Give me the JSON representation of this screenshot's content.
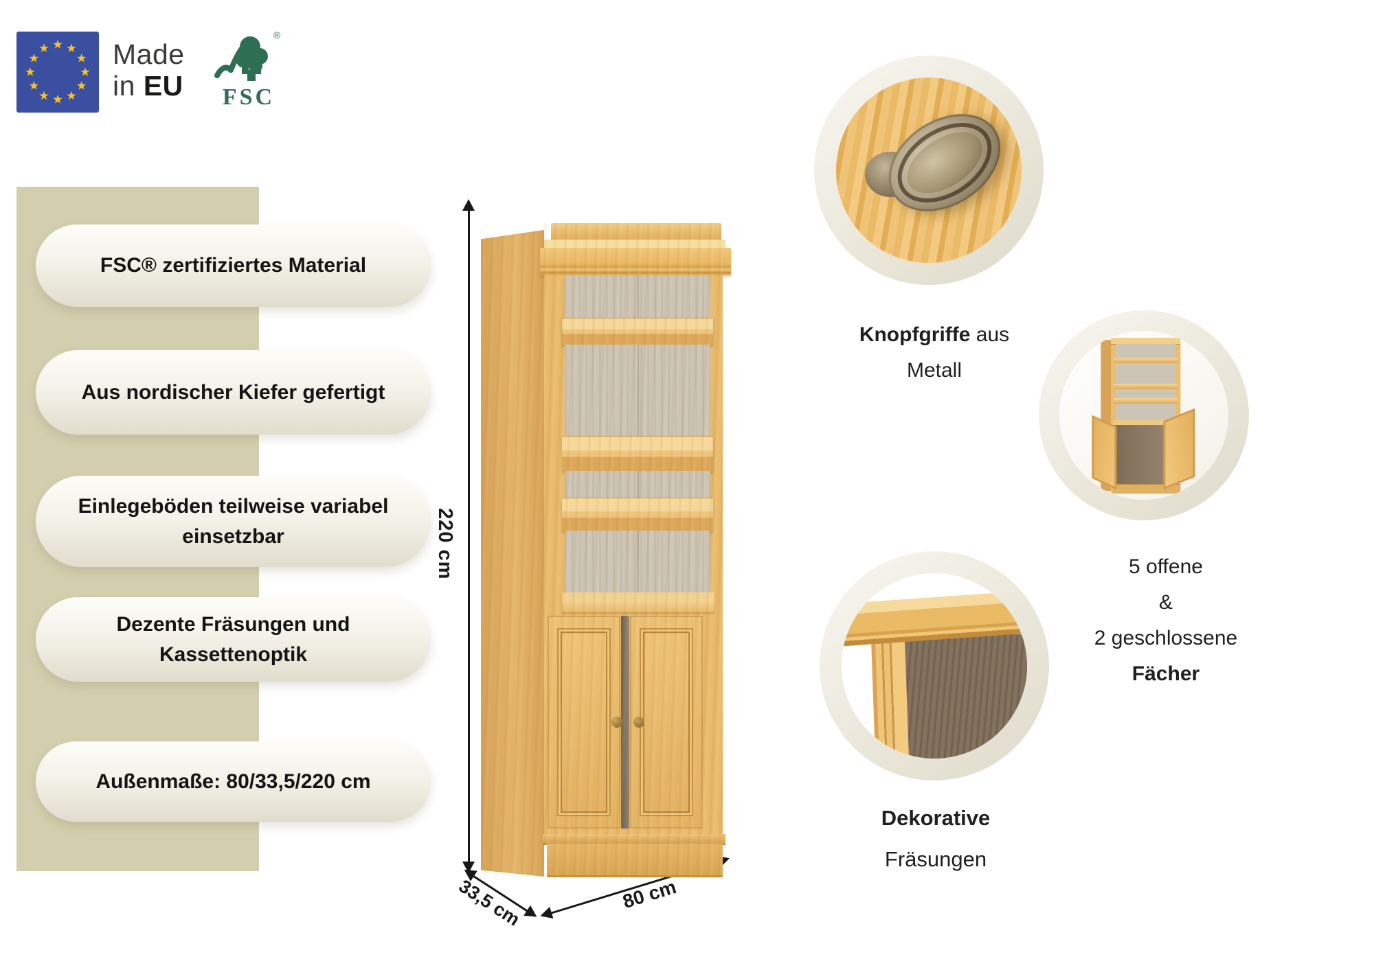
{
  "header": {
    "eu_flag": {
      "star_count": "12"
    },
    "made_in": {
      "line1": "Made",
      "line2_prefix": "in",
      "line2_bold": "EU"
    },
    "fsc": {
      "wordmark": "FSC",
      "registered_mark": "®"
    }
  },
  "features": {
    "items": [
      {
        "line1": "FSC® zertifiziertes Material",
        "line2": ""
      },
      {
        "line1": "Aus nordischer Kiefer gefertigt",
        "line2": ""
      },
      {
        "line1": "Einlegeböden teilweise variabel",
        "line2": "einsetzbar"
      },
      {
        "line1": "Dezente Fräsungen und",
        "line2": "Kassettenoptik"
      },
      {
        "line1": "Außenmaße: 80/33,5/220 cm",
        "line2": ""
      }
    ]
  },
  "product": {
    "dimensions": {
      "height": "220 cm",
      "depth": "33,5 cm",
      "width": "80 cm"
    }
  },
  "details": {
    "knob": {
      "caption_bold": "Knopfgriffe",
      "caption_rest": "aus",
      "caption_line2": "Metall"
    },
    "compartments": {
      "line1": "5 offene",
      "line2": "&",
      "line3": "2 geschlossene",
      "line4_bold": "Fächer"
    },
    "millings": {
      "line1_bold": "Dekorative",
      "line2": "Fräsungen"
    }
  },
  "colors": {
    "band": "#d3cfae",
    "pine": "#e9ba6b",
    "back_panel": "#ccc5b6",
    "eu_blue": "#3b4fa0",
    "star_gold": "#fcc21c",
    "fsc_green": "#2e6e52",
    "ring_cream": "#e8e4d6",
    "arrow_black": "#171717"
  }
}
